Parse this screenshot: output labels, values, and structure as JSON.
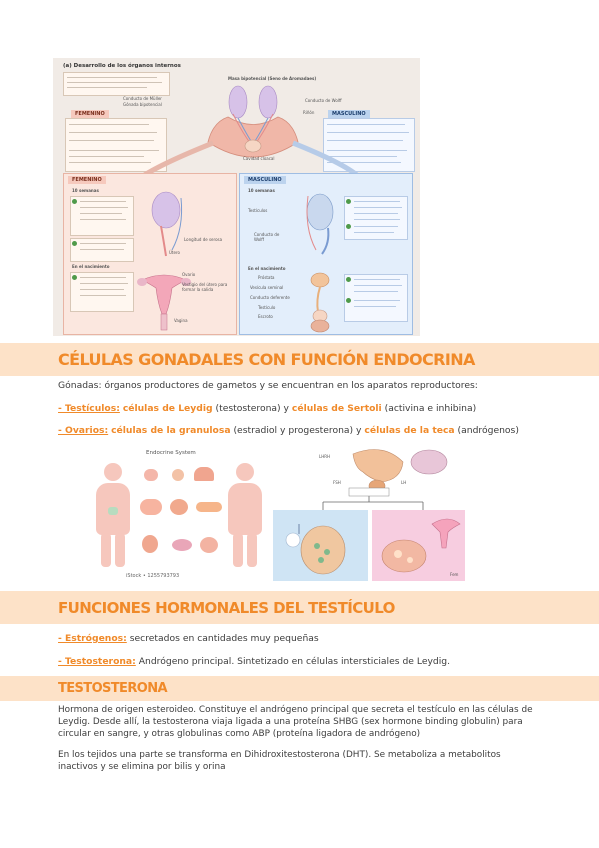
{
  "figure_top": {
    "title": "(a) Desarrollo de los órganos internos",
    "center_label": "Masa bipotencial (Seno de Aromadaes)",
    "left_labels": [
      "Conducto de Müller",
      "Gónada bipotencial"
    ],
    "right_labels": [
      "Conducto de Wolff",
      "Riñón"
    ],
    "bottom_label": "Cavidad cloacal",
    "female_header": "FEMENINO",
    "male_header": "MASCULINO",
    "female_panel_header": "FEMENINO",
    "male_panel_header": "MASCULINO",
    "female_week": "10 semanas",
    "male_week": "10 semanas",
    "female_newborn": "En el nacimiento",
    "male_newborn": "En el nacimiento",
    "female_labels": [
      "Longitud de serosa",
      "Útero",
      "Ovario",
      "Vestigio del útero para formar la salida",
      "Vagina"
    ],
    "male_labels": [
      "Testículos",
      "Conducto de Wolff",
      "Próstata",
      "Vesícula seminal",
      "Conducto deferente",
      "Testículo",
      "Escroto"
    ]
  },
  "sections": {
    "gonadal": "CÉLULAS GONADALES CON FUNCIÓN ENDOCRINA",
    "testicle": "FUNCIONES HORMONALES DEL TESTÍCULO",
    "testosterone": "TESTOSTERONA"
  },
  "gonadal": {
    "intro": "Gónadas: órganos productores de gametos y se encuentran en los aparatos reproductores:",
    "testiculos_label": "- Testículos:",
    "leydig": "células de Leydig",
    "leydig_hormone": " (testosterona) y ",
    "sertoli": "células de Sertoli",
    "sertoli_hormone": " (activina e inhibina)",
    "ovarios_label": "- Ovarios:",
    "granulosa": "células de la granulosa",
    "granulosa_hormone": " (estradiol y progesterona) y ",
    "teca": "células de la teca",
    "teca_hormone": " (andrógenos)"
  },
  "figure_endocrine": {
    "caption": "Endocrine System",
    "credit": "iStock • 1255793793"
  },
  "figure_hpg": {
    "labels": [
      "LHRH",
      "FSH",
      "LH"
    ],
    "corner": "Fem"
  },
  "testicle": {
    "estrogenos_label": "- Estrógenos:",
    "estrogenos_text": " secretados en cantidades muy pequeñas",
    "testosterona_label": "- Testosterona:",
    "testosterona_text": " Andrógeno principal. Sintetizado en células intersticiales de Leydig."
  },
  "testosterone": {
    "line1": "Hormona de origen esteroideo. Constituye el andrógeno principal que secreta el testículo en las células de",
    "line2": "Leydig. Desde allí, la testosterona viaja ligada a una proteína SHBG (sex hormone binding globulin) para",
    "line3": "circular en sangre, y otras globulinas como ABP (proteína ligadora de andrógeno)",
    "line4": "En los tejidos una parte se transforma en Dihidroxitestosterona (DHT). Se metaboliza a metabolitos",
    "line5": "inactivos y se elimina por bilis y orina"
  },
  "colors": {
    "accent": "#f08a2a",
    "band": "#fde2c8",
    "female": "#fbe7df",
    "male": "#e3eefb"
  }
}
